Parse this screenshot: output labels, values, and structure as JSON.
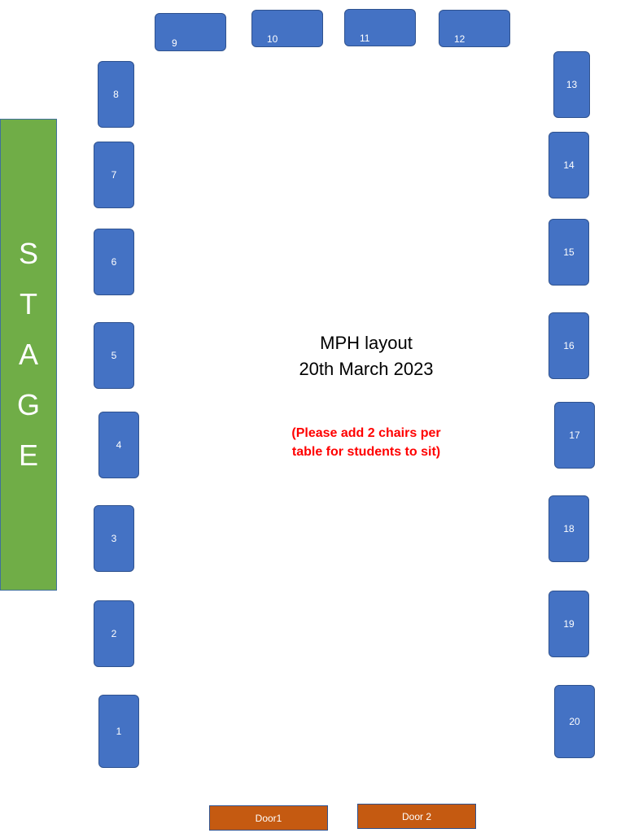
{
  "colors": {
    "table": "#4472c4",
    "stage": "#70ad47",
    "door": "#c55a11",
    "note": "#ff0000"
  },
  "stage_letters": [
    "S",
    "T",
    "A",
    "G",
    "E"
  ],
  "title_line1": "MPH layout",
  "title_line2": "20th March 2023",
  "note_line1": "(Please add 2 chairs per",
  "note_line2": "table for students to sit)",
  "tables": [
    "1",
    "2",
    "3",
    "4",
    "5",
    "6",
    "7",
    "8",
    "9",
    "10",
    "11",
    "12",
    "13",
    "14",
    "15",
    "16",
    "17",
    "18",
    "19",
    "20"
  ],
  "doors": [
    "Door1",
    "Door 2"
  ]
}
